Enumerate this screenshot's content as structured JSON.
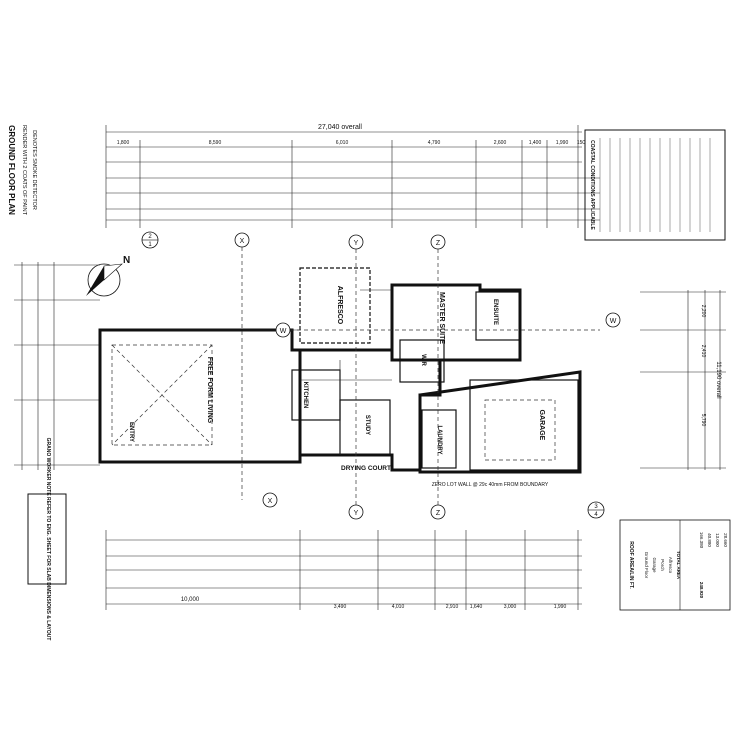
{
  "dims": {
    "top_overall": "27,040 overall",
    "top_row1": [
      "1,800",
      "8,590",
      "6,010",
      "4,790",
      "2,600",
      "1,400",
      "1,990",
      "150"
    ],
    "bottom_row": [
      "3,490",
      "4,010",
      "2,910",
      "1,640",
      "3,000",
      "1,990"
    ],
    "bottom_overall": "10,000",
    "right_overall": "11,190 overall",
    "right_row": [
      "2,200",
      "2,410",
      "5,790"
    ]
  },
  "rooms": {
    "alfresco": "ALFRESCO",
    "master_suite": "MASTER SUITE",
    "ensuite": "ENSUITE",
    "wir": "WIR",
    "free_form_living": "FREE FORM LIVING",
    "kitchen": "KITCHEN",
    "study": "STUDY",
    "entry": "ENTRY",
    "garage": "GARAGE",
    "laundry": "LAUNDRY",
    "drying_court": "DRYING COURT"
  },
  "grid": {
    "x": "X",
    "y": "Y",
    "z": "Z",
    "w": "W"
  },
  "labels": {
    "zero_lot": "ZERO LOT WALL @ 29c 40mm FROM BOUNDARY",
    "ground_floor_plan": "GROUND FLOOR PLAN",
    "render_note": "RENDER WITH 2 COATS OF PAINT",
    "smoke_detector": "DENOTES SMOKE DETECTOR",
    "grano_note": "GRANO WORKER NOTE REFER TO ENG. SHEET FOR SLAB DIMENSIONS & LAYOUT",
    "coastal": "COASTAL CONDITIONS APPLICABLE",
    "north": "N",
    "detail_circles": [
      "2",
      "1",
      "3",
      "4"
    ]
  },
  "areas": {
    "title": "ROOF AREA/LIN FT.",
    "rows": [
      "Ground Floor",
      "Garage",
      "Porch",
      "Alfresco",
      "TOTAL AREA"
    ],
    "vals": [
      "166.380",
      "40.880",
      "13.000",
      "28.660",
      "248.920"
    ]
  }
}
